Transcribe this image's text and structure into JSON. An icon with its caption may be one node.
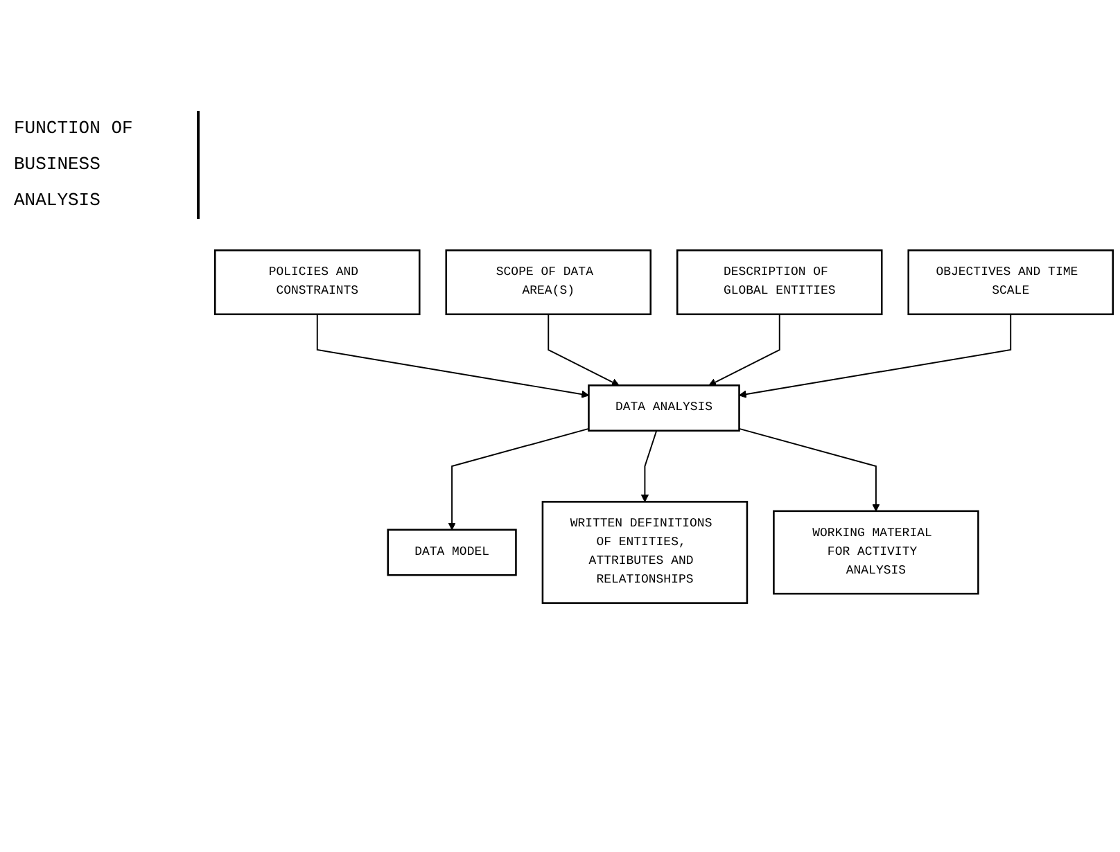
{
  "diagram": {
    "nodes": [
      {
        "text": [
          "SCOPE OF DATA AREA(S)"
        ]
      },
      {
        "text": [
          "DESCRIPTION OF GLOBAL ENTITIES"
        ]
      },
      {
        "text": [
          "POLICIES AND CONSTRAINTS"
        ]
      },
      {
        "text": [
          "OBJECTIVES AND TIME SCALE"
        ]
      },
      {
        "text": [
          "DATA ANALYSIS"
        ]
      },
      {
        "text": [
          "DATA MODEL"
        ]
      },
      {
        "text": [
          "WRITTEN DEFINITIONS OF ENTITIES, ATTRIBUTES AND RELATIONSHIPS"
        ]
      },
      {
        "text": [
          "WORKING MATERIAL FOR ACTIVITY ANALYSIS"
        ]
      }
    ],
    "edges": [
      {
        "from": 2,
        "to": 4,
        "arrow": "to"
      },
      {
        "from": 0,
        "to": 4,
        "arrow": "to"
      },
      {
        "from": 1,
        "to": 4,
        "arrow": "to"
      },
      {
        "from": 3,
        "to": 4,
        "arrow": "to"
      },
      {
        "from": 4,
        "to": 5,
        "arrow": "to"
      },
      {
        "from": 4,
        "to": 6,
        "arrow": "to"
      },
      {
        "from": 4,
        "to": 7,
        "arrow": "to"
      }
    ],
    "labels": [
      "FUNCTION OF BUSINESS ANALYSIS"
    ]
  }
}
